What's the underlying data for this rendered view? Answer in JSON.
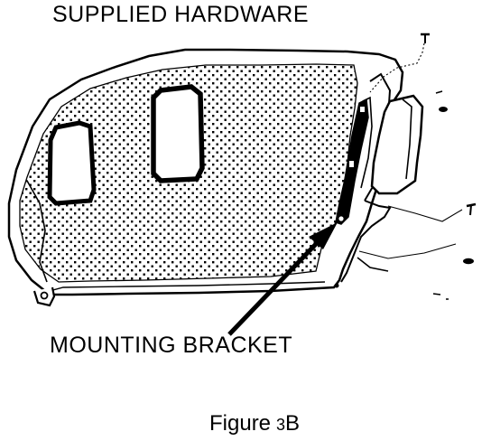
{
  "labels": {
    "supplied_hardware": "SUPPLIED HARDWARE",
    "mounting_bracket": "MOUNTING BRACKET"
  },
  "caption": {
    "prefix": "Figure",
    "number": "3",
    "suffix": "B"
  },
  "colors": {
    "ink": "#000000",
    "paper": "#ffffff"
  }
}
